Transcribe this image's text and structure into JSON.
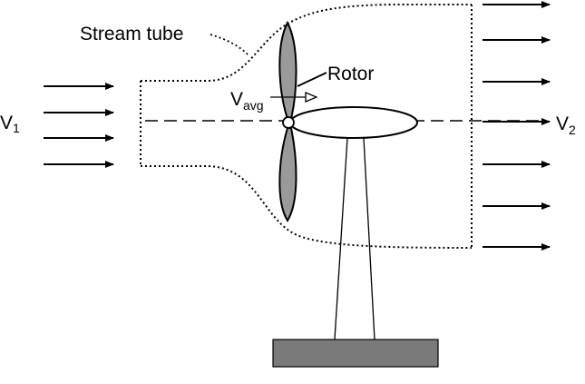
{
  "labels": {
    "stream_tube": "Stream tube",
    "rotor": "Rotor",
    "v_avg_main": "V",
    "v_avg_sub": "avg",
    "v1_main": "V",
    "v1_sub": "1",
    "v2_main": "V",
    "v2_sub": "2"
  },
  "colors": {
    "blade_fill": "#9a9a9a",
    "base_fill": "#7a7a7a",
    "line": "#000000"
  }
}
